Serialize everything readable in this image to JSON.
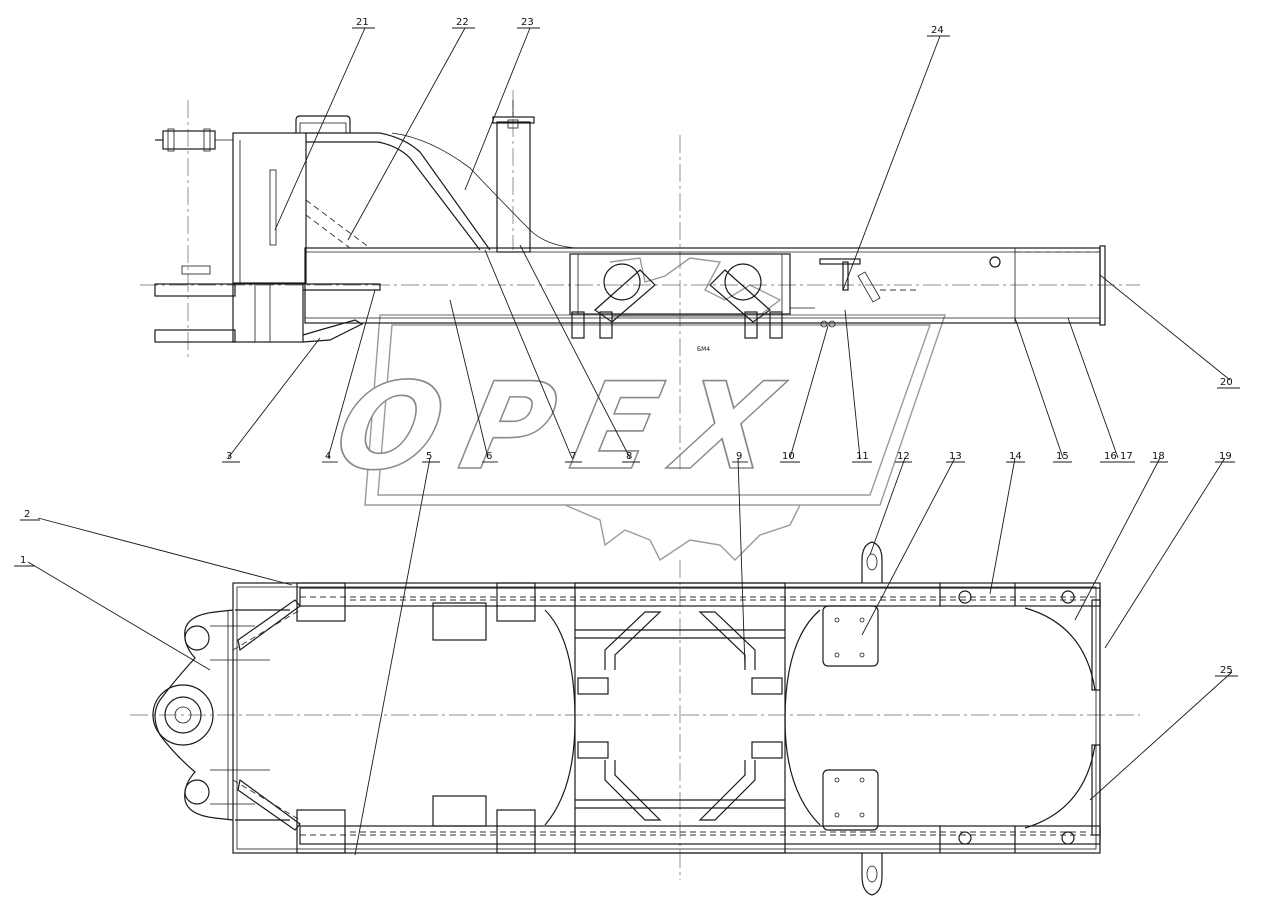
{
  "watermark": {
    "text": "OPEX"
  },
  "callouts": [
    "1",
    "2",
    "3",
    "4",
    "5",
    "6",
    "7",
    "8",
    "9",
    "10",
    "11",
    "12",
    "13",
    "14",
    "15",
    "16",
    "17",
    "18",
    "19",
    "20",
    "21",
    "22",
    "23",
    "24",
    "25"
  ],
  "note_mark": "БМ4"
}
